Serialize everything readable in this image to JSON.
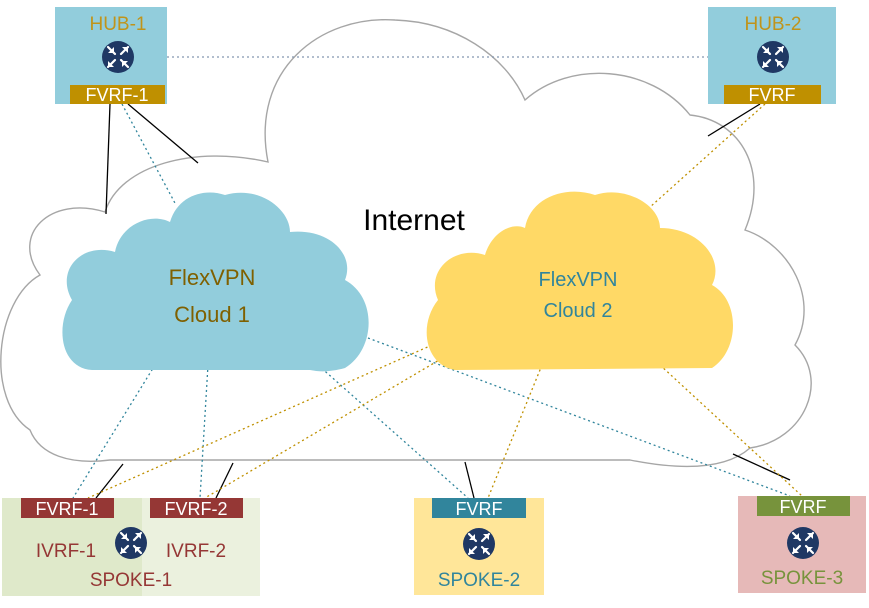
{
  "internet": {
    "label": "Internet"
  },
  "cloud1": {
    "line1": "FlexVPN",
    "line2": "Cloud 1"
  },
  "cloud2": {
    "line1": "FlexVPN",
    "line2": "Cloud 2"
  },
  "hub1": {
    "name": "HUB-1",
    "vrf": "FVRF-1"
  },
  "hub2": {
    "name": "HUB-2",
    "vrf": "FVRF"
  },
  "spoke1": {
    "name": "SPOKE-1",
    "fvrf1": "FVRF-1",
    "fvrf2": "FVRF-2",
    "ivrf1": "IVRF-1",
    "ivrf2": "IVRF-2"
  },
  "spoke2": {
    "name": "SPOKE-2",
    "vrf": "FVRF"
  },
  "spoke3": {
    "name": "SPOKE-3",
    "vrf": "FVRF"
  },
  "colors": {
    "hub_bg": "#92cddc",
    "hub_text": "#c0941a",
    "hub_bar": "#bf9000",
    "cloud1_fill": "#92cddc",
    "cloud1_text": "#7f6000",
    "cloud2_fill": "#ffd966",
    "cloud2_text": "#31859c",
    "spoke1_bg": "#ebf1de",
    "spoke1_text": "#953735",
    "spoke1_bar": "#953735",
    "spoke2_bg": "#ffe699",
    "spoke2_text": "#31859c",
    "spoke2_bar": "#31859c",
    "spoke3_bg": "#e6b9b8",
    "spoke3_text": "#77933c",
    "spoke3_bar": "#77933c",
    "router": "#1f3864",
    "blue_link": "#31859c",
    "gold_link": "#bf9000",
    "physical_link": "#000000",
    "hub_link": "#8497b0"
  }
}
